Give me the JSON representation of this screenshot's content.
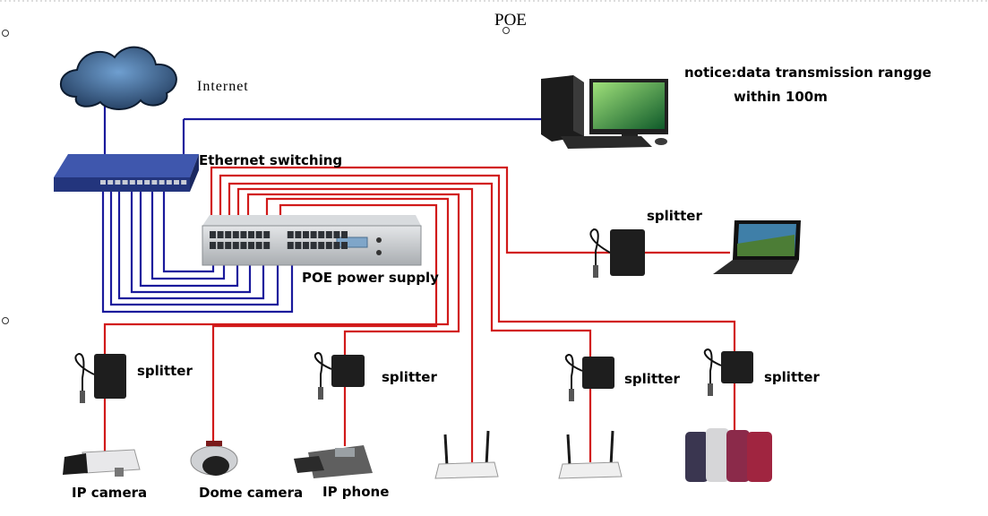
{
  "title": "POE",
  "labels": {
    "internet": "Internet",
    "ethernet_switching": "Ethernet switching",
    "poe_power_supply": "POE power supply",
    "notice_line1": "notice:data transmission rangge",
    "notice_line2": "within 100m",
    "splitter_laptop": "splitter",
    "splitter_ip_camera": "splitter",
    "splitter_ip_phone": "splitter",
    "splitter_router": "splitter",
    "splitter_phones": "splitter",
    "ip_camera": "IP camera",
    "dome_camera": "Dome camera",
    "ip_phone": "IP phone"
  },
  "colors": {
    "data_cable": "#1a1a9c",
    "power_cable": "#d11a1a",
    "switch_body": "#2a3f8f",
    "poe_body": "#c9cccf",
    "cloud": "#2a4d72"
  }
}
